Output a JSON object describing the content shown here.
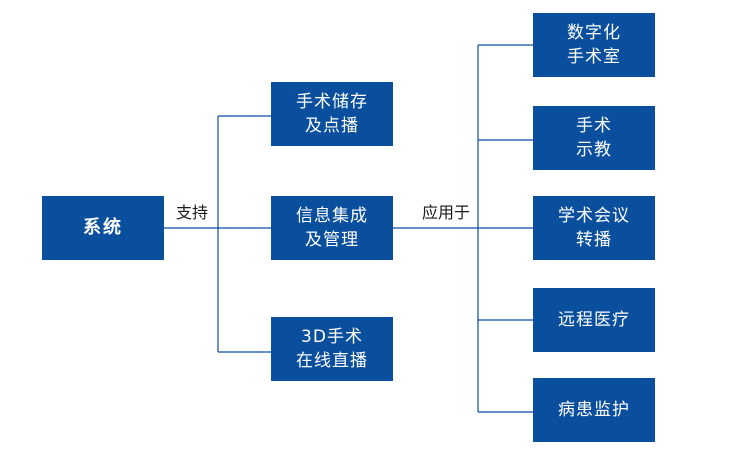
{
  "colors": {
    "node_fill": "#0a4f9e",
    "node_text": "#ffffff",
    "line": "#0a4f9e",
    "label_text": "#1a1a1a"
  },
  "root": {
    "label": "系统"
  },
  "edges": {
    "support_label": "支持",
    "apply_label": "应用于"
  },
  "middle": [
    {
      "label": "手术储存\n及点播"
    },
    {
      "label": "信息集成\n及管理"
    },
    {
      "label": "3D手术\n在线直播"
    }
  ],
  "right": [
    {
      "label": "数字化\n手术室"
    },
    {
      "label": "手术\n示教"
    },
    {
      "label": "学术会议\n转播"
    },
    {
      "label": "远程医疗"
    },
    {
      "label": "病患监护"
    }
  ]
}
